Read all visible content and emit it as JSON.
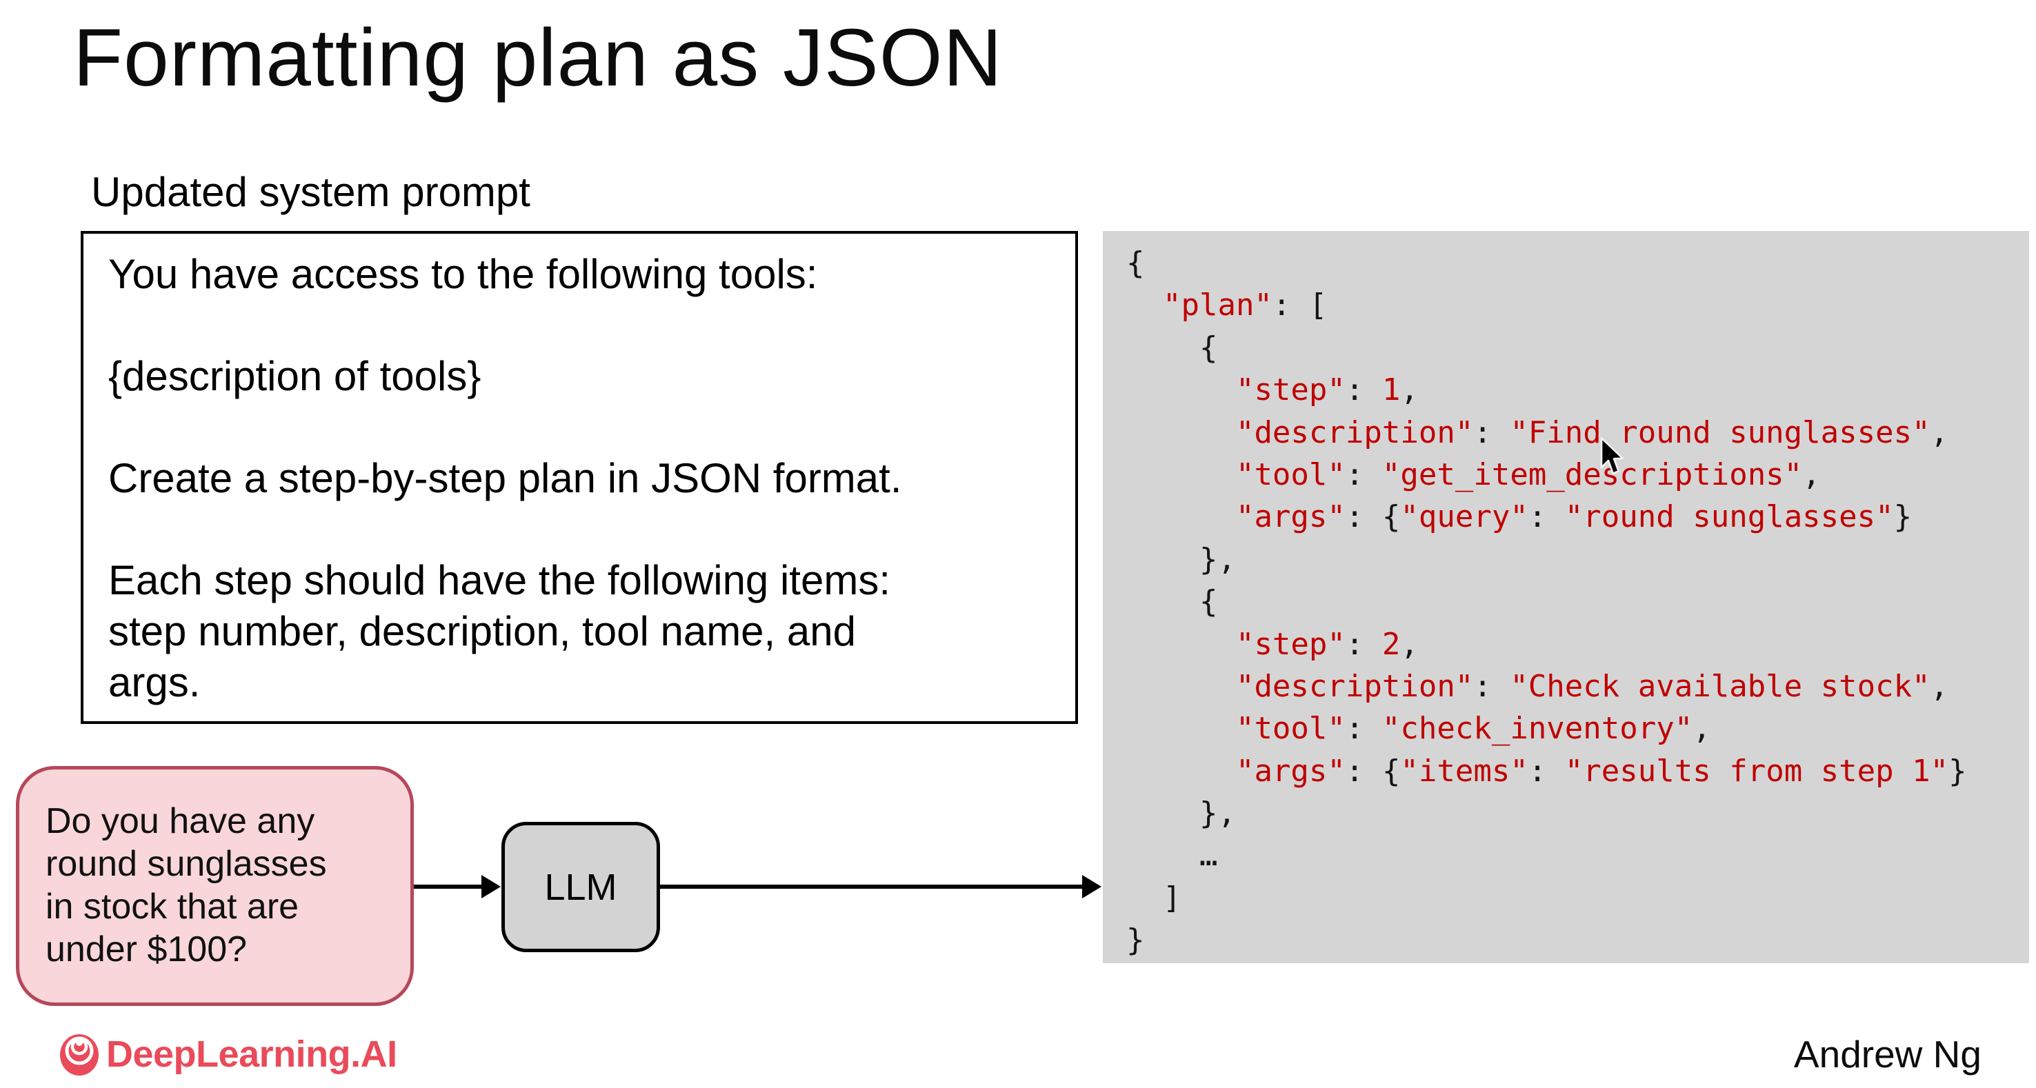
{
  "slide": {
    "title": "Formatting plan as JSON",
    "prompt_label": "Updated system prompt",
    "author": "Andrew Ng"
  },
  "system_prompt_box": {
    "lines": [
      "You have access to the following tools:",
      "",
      "{description of tools}",
      "",
      "Create a step-by-step plan in JSON format.",
      "",
      "Each step should have the following items:",
      "step number, description, tool name, and",
      "args."
    ]
  },
  "user_query_box": {
    "lines": [
      "Do you have any",
      "round sunglasses",
      "in stock that are",
      "under $100?"
    ]
  },
  "llm_node": {
    "label": "LLM"
  },
  "code_panel": {
    "lines": [
      [
        [
          "blk",
          "{"
        ]
      ],
      [
        [
          "blk",
          "  "
        ],
        [
          "red",
          "\"plan\""
        ],
        [
          "blk",
          ": ["
        ]
      ],
      [
        [
          "blk",
          "    {"
        ]
      ],
      [
        [
          "blk",
          "      "
        ],
        [
          "red",
          "\"step\""
        ],
        [
          "blk",
          ": "
        ],
        [
          "red",
          "1"
        ],
        [
          "blk",
          ","
        ]
      ],
      [
        [
          "blk",
          "      "
        ],
        [
          "red",
          "\"description\""
        ],
        [
          "blk",
          ": "
        ],
        [
          "red",
          "\"Find round sunglasses\""
        ],
        [
          "blk",
          ","
        ]
      ],
      [
        [
          "blk",
          "      "
        ],
        [
          "red",
          "\"tool\""
        ],
        [
          "blk",
          ": "
        ],
        [
          "red",
          "\"get_item_descriptions\""
        ],
        [
          "blk",
          ","
        ]
      ],
      [
        [
          "blk",
          "      "
        ],
        [
          "red",
          "\"args\""
        ],
        [
          "blk",
          ": {"
        ],
        [
          "red",
          "\"query\""
        ],
        [
          "blk",
          ": "
        ],
        [
          "red",
          "\"round sunglasses\""
        ],
        [
          "blk",
          "}"
        ]
      ],
      [
        [
          "blk",
          "    },"
        ]
      ],
      [
        [
          "blk",
          "    {"
        ]
      ],
      [
        [
          "blk",
          "      "
        ],
        [
          "red",
          "\"step\""
        ],
        [
          "blk",
          ": "
        ],
        [
          "red",
          "2"
        ],
        [
          "blk",
          ","
        ]
      ],
      [
        [
          "blk",
          "      "
        ],
        [
          "red",
          "\"description\""
        ],
        [
          "blk",
          ": "
        ],
        [
          "red",
          "\"Check available stock\""
        ],
        [
          "blk",
          ","
        ]
      ],
      [
        [
          "blk",
          "      "
        ],
        [
          "red",
          "\"tool\""
        ],
        [
          "blk",
          ": "
        ],
        [
          "red",
          "\"check_inventory\""
        ],
        [
          "blk",
          ","
        ]
      ],
      [
        [
          "blk",
          "      "
        ],
        [
          "red",
          "\"args\""
        ],
        [
          "blk",
          ": {"
        ],
        [
          "red",
          "\"items\""
        ],
        [
          "blk",
          ": "
        ],
        [
          "red",
          "\"results from step 1\""
        ],
        [
          "blk",
          "}"
        ]
      ],
      [
        [
          "blk",
          "    },"
        ]
      ],
      [
        [
          "blk",
          "    …"
        ]
      ],
      [
        [
          "blk",
          "  ]"
        ]
      ],
      [
        [
          "blk",
          "}"
        ]
      ]
    ]
  },
  "logo": {
    "text": "DeepLearning.AI"
  },
  "colors": {
    "code_red": "#c00000",
    "panel_gray": "#d5d5d5",
    "llm_gray": "#d3d3d3",
    "pink_bg": "#f8d6da",
    "pink_border": "#b5485a",
    "logo_red": "#e94b5a"
  }
}
